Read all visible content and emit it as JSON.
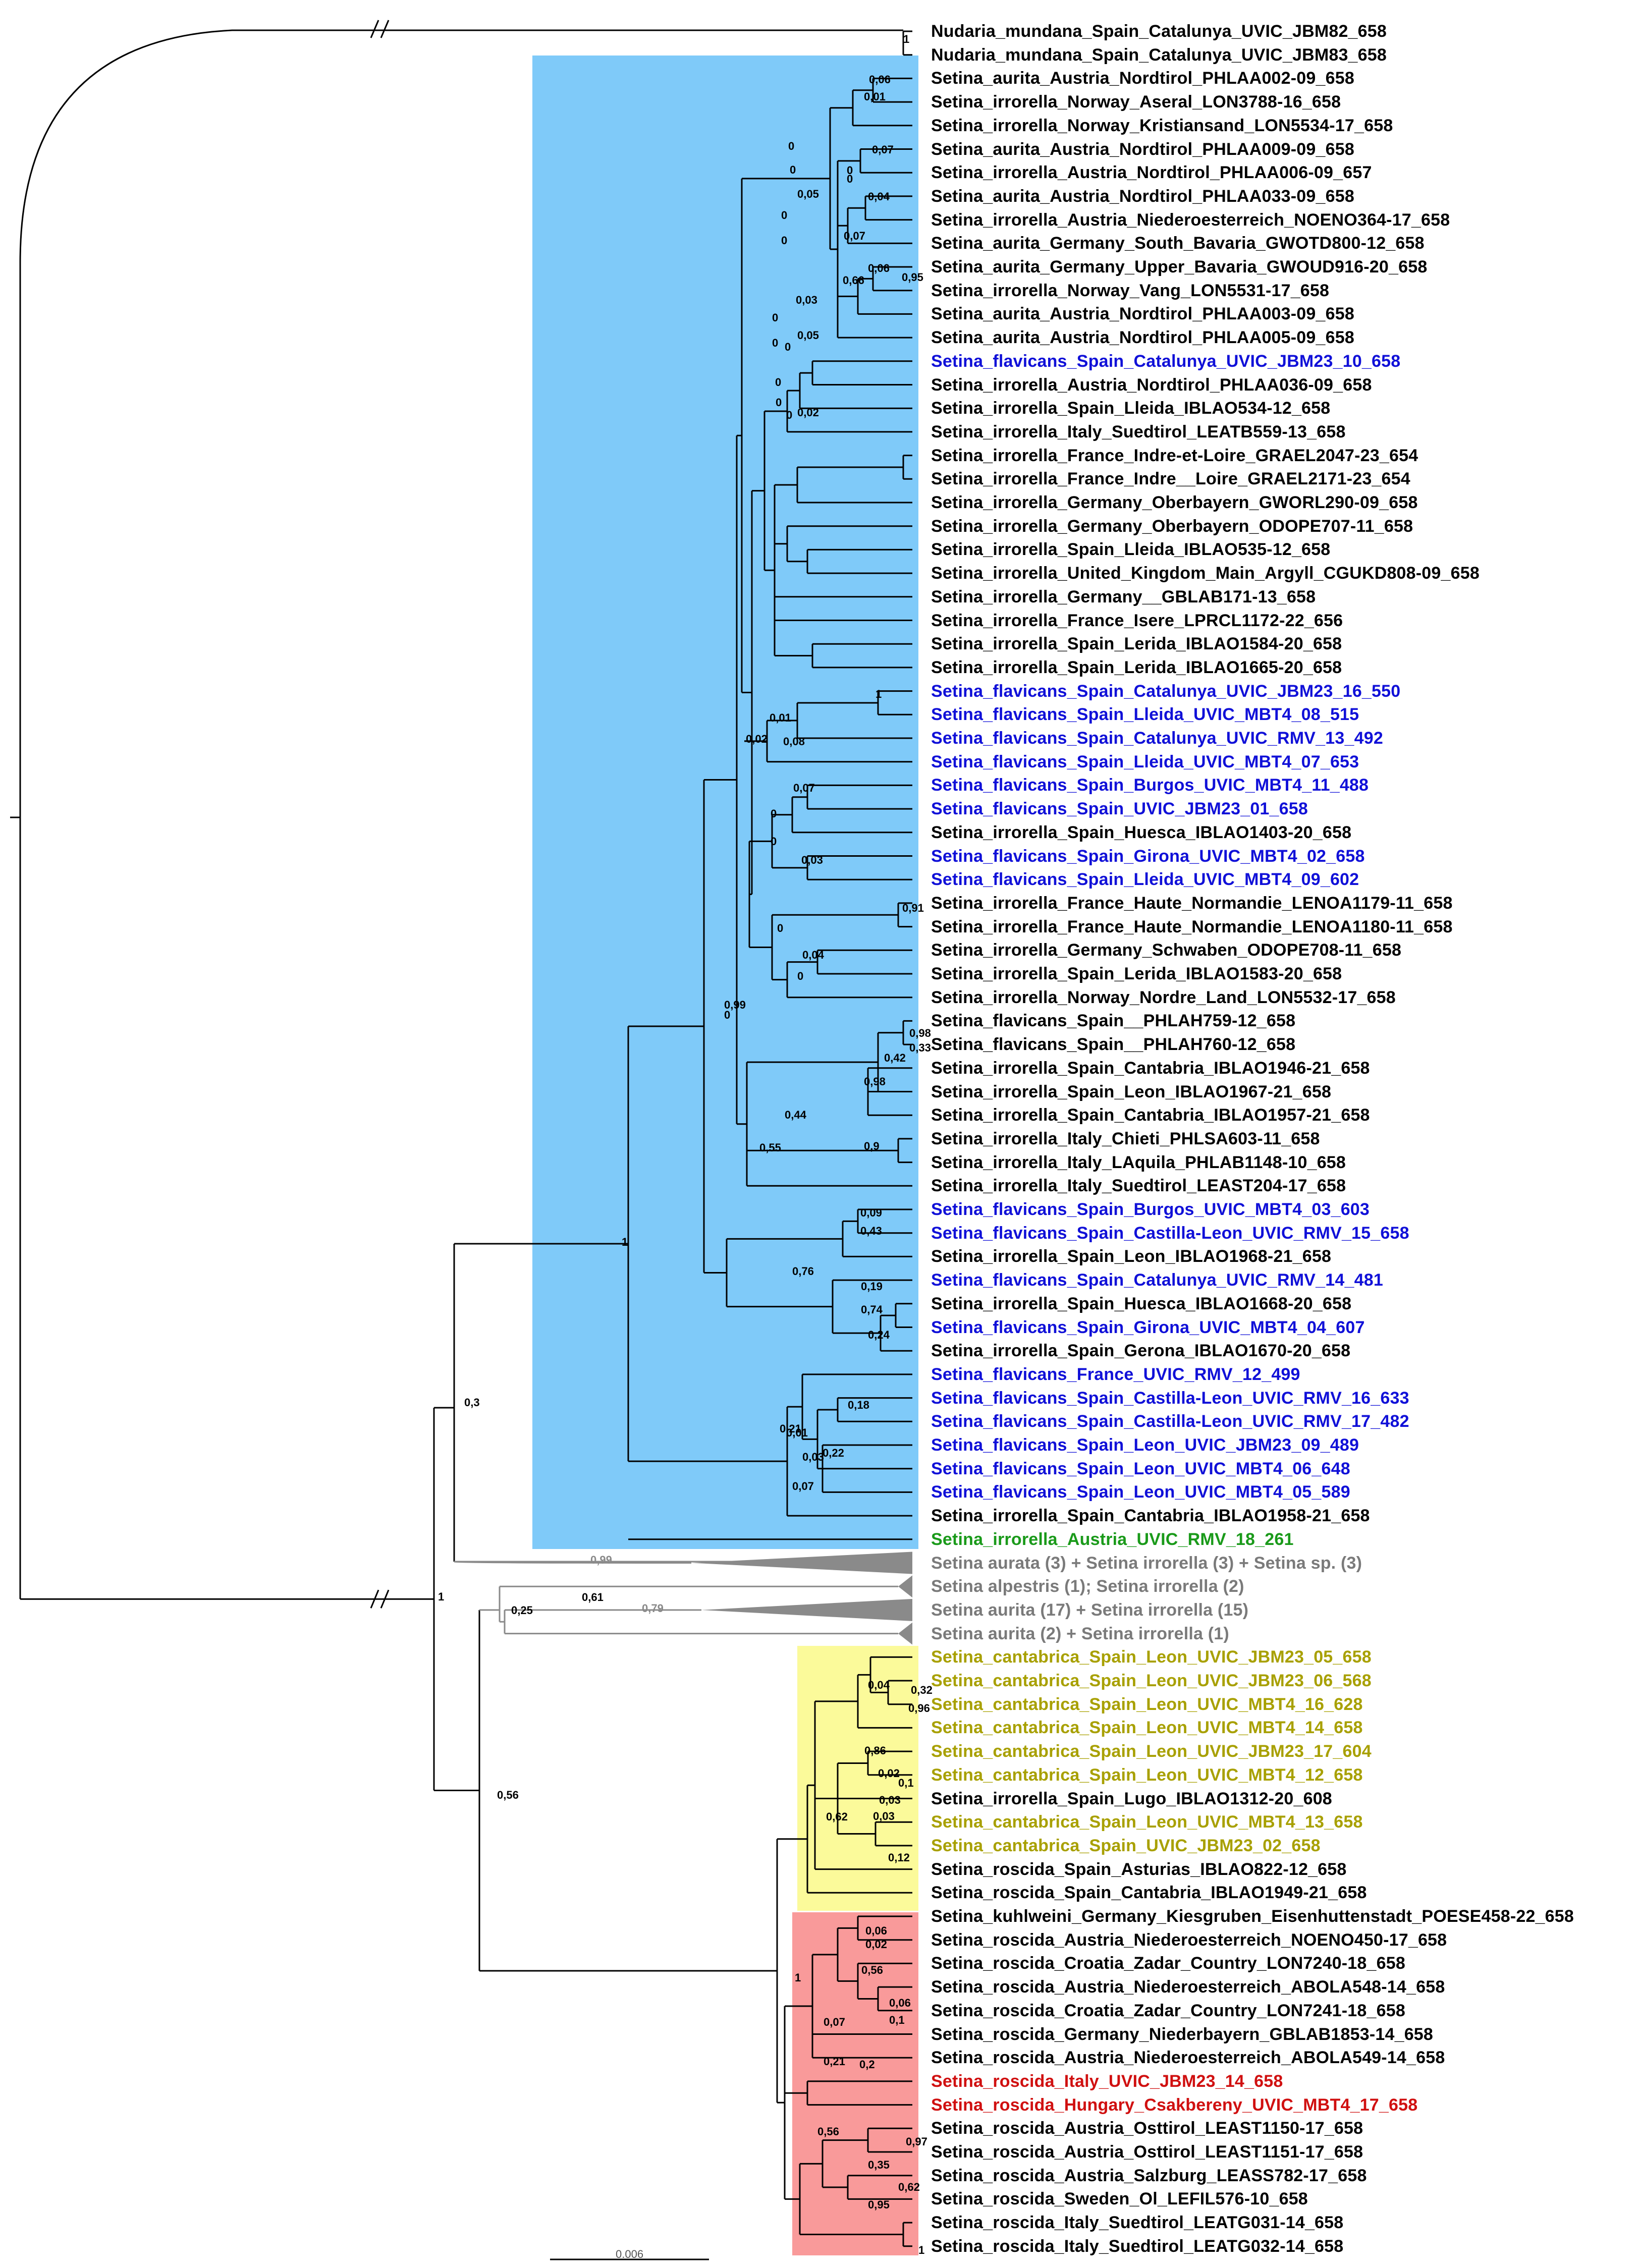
{
  "leaves": [
    {
      "text": "Nudaria_mundana_Spain_Catalunya_UVIC_JBM82_658",
      "color": "black"
    },
    {
      "text": "Nudaria_mundana_Spain_Catalunya_UVIC_JBM83_658",
      "color": "black"
    },
    {
      "text": "Setina_aurita_Austria_Nordtirol_PHLAA002-09_658",
      "color": "black"
    },
    {
      "text": "Setina_irrorella_Norway_Aseral_LON3788-16_658",
      "color": "black"
    },
    {
      "text": "Setina_irrorella_Norway_Kristiansand_LON5534-17_658",
      "color": "black"
    },
    {
      "text": "Setina_aurita_Austria_Nordtirol_PHLAA009-09_658",
      "color": "black"
    },
    {
      "text": "Setina_irrorella_Austria_Nordtirol_PHLAA006-09_657",
      "color": "black"
    },
    {
      "text": "Setina_aurita_Austria_Nordtirol_PHLAA033-09_658",
      "color": "black"
    },
    {
      "text": "Setina_irrorella_Austria_Niederoesterreich_NOENO364-17_658",
      "color": "black"
    },
    {
      "text": "Setina_aurita_Germany_South_Bavaria_GWOTD800-12_658",
      "color": "black"
    },
    {
      "text": "Setina_aurita_Germany_Upper_Bavaria_GWOUD916-20_658",
      "color": "black"
    },
    {
      "text": "Setina_irrorella_Norway_Vang_LON5531-17_658",
      "color": "black"
    },
    {
      "text": "Setina_aurita_Austria_Nordtirol_PHLAA003-09_658",
      "color": "black"
    },
    {
      "text": "Setina_aurita_Austria_Nordtirol_PHLAA005-09_658",
      "color": "black"
    },
    {
      "text": "Setina_flavicans_Spain_Catalunya_UVIC_JBM23_10_658",
      "color": "blue"
    },
    {
      "text": "Setina_irrorella_Austria_Nordtirol_PHLAA036-09_658",
      "color": "black"
    },
    {
      "text": "Setina_irrorella_Spain_Lleida_IBLAO534-12_658",
      "color": "black"
    },
    {
      "text": "Setina_irrorella_Italy_Suedtirol_LEATB559-13_658",
      "color": "black"
    },
    {
      "text": "Setina_irrorella_France_Indre-et-Loire_GRAEL2047-23_654",
      "color": "black"
    },
    {
      "text": "Setina_irrorella_France_Indre__Loire_GRAEL2171-23_654",
      "color": "black"
    },
    {
      "text": "Setina_irrorella_Germany_Oberbayern_GWORL290-09_658",
      "color": "black"
    },
    {
      "text": "Setina_irrorella_Germany_Oberbayern_ODOPE707-11_658",
      "color": "black"
    },
    {
      "text": "Setina_irrorella_Spain_Lleida_IBLAO535-12_658",
      "color": "black"
    },
    {
      "text": "Setina_irrorella_United_Kingdom_Main_Argyll_CGUKD808-09_658",
      "color": "black"
    },
    {
      "text": "Setina_irrorella_Germany__GBLAB171-13_658",
      "color": "black"
    },
    {
      "text": "Setina_irrorella_France_Isere_LPRCL1172-22_656",
      "color": "black"
    },
    {
      "text": "Setina_irrorella_Spain_Lerida_IBLAO1584-20_658",
      "color": "black"
    },
    {
      "text": "Setina_irrorella_Spain_Lerida_IBLAO1665-20_658",
      "color": "black"
    },
    {
      "text": "Setina_flavicans_Spain_Catalunya_UVIC_JBM23_16_550",
      "color": "blue"
    },
    {
      "text": "Setina_flavicans_Spain_Lleida_UVIC_MBT4_08_515",
      "color": "blue"
    },
    {
      "text": "Setina_flavicans_Spain_Catalunya_UVIC_RMV_13_492",
      "color": "blue"
    },
    {
      "text": "Setina_flavicans_Spain_Lleida_UVIC_MBT4_07_653",
      "color": "blue"
    },
    {
      "text": "Setina_flavicans_Spain_Burgos_UVIC_MBT4_11_488",
      "color": "blue"
    },
    {
      "text": "Setina_flavicans_Spain_UVIC_JBM23_01_658",
      "color": "blue"
    },
    {
      "text": "Setina_irrorella_Spain_Huesca_IBLAO1403-20_658",
      "color": "black"
    },
    {
      "text": "Setina_flavicans_Spain_Girona_UVIC_MBT4_02_658",
      "color": "blue"
    },
    {
      "text": "Setina_flavicans_Spain_Lleida_UVIC_MBT4_09_602",
      "color": "blue"
    },
    {
      "text": "Setina_irrorella_France_Haute_Normandie_LENOA1179-11_658",
      "color": "black"
    },
    {
      "text": "Setina_irrorella_France_Haute_Normandie_LENOA1180-11_658",
      "color": "black"
    },
    {
      "text": "Setina_irrorella_Germany_Schwaben_ODOPE708-11_658",
      "color": "black"
    },
    {
      "text": "Setina_irrorella_Spain_Lerida_IBLAO1583-20_658",
      "color": "black"
    },
    {
      "text": "Setina_irrorella_Norway_Nordre_Land_LON5532-17_658",
      "color": "black"
    },
    {
      "text": "Setina_flavicans_Spain__PHLAH759-12_658",
      "color": "black"
    },
    {
      "text": "Setina_flavicans_Spain__PHLAH760-12_658",
      "color": "black"
    },
    {
      "text": "Setina_irrorella_Spain_Cantabria_IBLAO1946-21_658",
      "color": "black"
    },
    {
      "text": "Setina_irrorella_Spain_Leon_IBLAO1967-21_658",
      "color": "black"
    },
    {
      "text": "Setina_irrorella_Spain_Cantabria_IBLAO1957-21_658",
      "color": "black"
    },
    {
      "text": "Setina_irrorella_Italy_Chieti_PHLSA603-11_658",
      "color": "black"
    },
    {
      "text": "Setina_irrorella_Italy_LAquila_PHLAB1148-10_658",
      "color": "black"
    },
    {
      "text": "Setina_irrorella_Italy_Suedtirol_LEAST204-17_658",
      "color": "black"
    },
    {
      "text": "Setina_flavicans_Spain_Burgos_UVIC_MBT4_03_603",
      "color": "blue"
    },
    {
      "text": "Setina_flavicans_Spain_Castilla-Leon_UVIC_RMV_15_658",
      "color": "blue"
    },
    {
      "text": "Setina_irrorella_Spain_Leon_IBLAO1968-21_658",
      "color": "black"
    },
    {
      "text": "Setina_flavicans_Spain_Catalunya_UVIC_RMV_14_481",
      "color": "blue"
    },
    {
      "text": "Setina_irrorella_Spain_Huesca_IBLAO1668-20_658",
      "color": "black"
    },
    {
      "text": "Setina_flavicans_Spain_Girona_UVIC_MBT4_04_607",
      "color": "blue"
    },
    {
      "text": "Setina_irrorella_Spain_Gerona_IBLAO1670-20_658",
      "color": "black"
    },
    {
      "text": "Setina_flavicans_France_UVIC_RMV_12_499",
      "color": "blue"
    },
    {
      "text": "Setina_flavicans_Spain_Castilla-Leon_UVIC_RMV_16_633",
      "color": "blue"
    },
    {
      "text": "Setina_flavicans_Spain_Castilla-Leon_UVIC_RMV_17_482",
      "color": "blue"
    },
    {
      "text": "Setina_flavicans_Spain_Leon_UVIC_JBM23_09_489",
      "color": "blue"
    },
    {
      "text": "Setina_flavicans_Spain_Leon_UVIC_MBT4_06_648",
      "color": "blue"
    },
    {
      "text": "Setina_flavicans_Spain_Leon_UVIC_MBT4_05_589",
      "color": "blue"
    },
    {
      "text": "Setina_irrorella_Spain_Cantabria_IBLAO1958-21_658",
      "color": "black"
    },
    {
      "text": "Setina_irrorella_Austria_UVIC_RMV_18_261",
      "color": "green"
    },
    {
      "text": "Setina aurata (3) + Setina irrorella (3) + Setina sp. (3)",
      "color": "gray"
    },
    {
      "text": "Setina alpestris (1); Setina irrorella (2)",
      "color": "gray"
    },
    {
      "text": "Setina aurita (17) + Setina irrorella (15)",
      "color": "gray"
    },
    {
      "text": "Setina aurita (2) + Setina irrorella (1)",
      "color": "gray"
    },
    {
      "text": "Setina_cantabrica_Spain_Leon_UVIC_JBM23_05_658",
      "color": "olive"
    },
    {
      "text": "Setina_cantabrica_Spain_Leon_UVIC_JBM23_06_568",
      "color": "olive"
    },
    {
      "text": "Setina_cantabrica_Spain_Leon_UVIC_MBT4_16_628",
      "color": "olive"
    },
    {
      "text": "Setina_cantabrica_Spain_Leon_UVIC_MBT4_14_658",
      "color": "olive"
    },
    {
      "text": "Setina_cantabrica_Spain_Leon_UVIC_JBM23_17_604",
      "color": "olive"
    },
    {
      "text": "Setina_cantabrica_Spain_Leon_UVIC_MBT4_12_658",
      "color": "olive"
    },
    {
      "text": "Setina_irrorella_Spain_Lugo_IBLAO1312-20_608",
      "color": "black"
    },
    {
      "text": "Setina_cantabrica_Spain_Leon_UVIC_MBT4_13_658",
      "color": "olive"
    },
    {
      "text": "Setina_cantabrica_Spain_UVIC_JBM23_02_658",
      "color": "olive"
    },
    {
      "text": "Setina_roscida_Spain_Asturias_IBLAO822-12_658",
      "color": "black"
    },
    {
      "text": "Setina_roscida_Spain_Cantabria_IBLAO1949-21_658",
      "color": "black"
    },
    {
      "text": "Setina_kuhlweini_Germany_Kiesgruben_Eisenhuttenstadt_POESE458-22_658",
      "color": "black"
    },
    {
      "text": "Setina_roscida_Austria_Niederoesterreich_NOENO450-17_658",
      "color": "black"
    },
    {
      "text": "Setina_roscida_Croatia_Zadar_Country_LON7240-18_658",
      "color": "black"
    },
    {
      "text": "Setina_roscida_Austria_Niederoesterreich_ABOLA548-14_658",
      "color": "black"
    },
    {
      "text": "Setina_roscida_Croatia_Zadar_Country_LON7241-18_658",
      "color": "black"
    },
    {
      "text": "Setina_roscida_Germany_Niederbayern_GBLAB1853-14_658",
      "color": "black"
    },
    {
      "text": "Setina_roscida_Austria_Niederoesterreich_ABOLA549-14_658",
      "color": "black"
    },
    {
      "text": "Setina_roscida_Italy_UVIC_JBM23_14_658",
      "color": "red"
    },
    {
      "text": "Setina_roscida_Hungary_Csakbereny_UVIC_MBT4_17_658",
      "color": "red"
    },
    {
      "text": "Setina_roscida_Austria_Osttirol_LEAST1150-17_658",
      "color": "black"
    },
    {
      "text": "Setina_roscida_Austria_Osttirol_LEAST1151-17_658",
      "color": "black"
    },
    {
      "text": "Setina_roscida_Austria_Salzburg_LEASS782-17_658",
      "color": "black"
    },
    {
      "text": "Setina_roscida_Sweden_Ol_LEFIL576-10_658",
      "color": "black"
    },
    {
      "text": "Setina_roscida_Italy_Suedtirol_LEATG031-14_658",
      "color": "black"
    },
    {
      "text": "Setina_roscida_Italy_Suedtirol_LEATG032-14_658",
      "color": "black"
    }
  ],
  "support_values": [
    {
      "id": "s-nud",
      "text": "1"
    },
    {
      "id": "s-1",
      "text": "0,06"
    },
    {
      "id": "s-2",
      "text": "0,01"
    },
    {
      "id": "s-3",
      "text": "0,07"
    },
    {
      "id": "s-4",
      "text": "0"
    },
    {
      "id": "s-5",
      "text": "0"
    },
    {
      "id": "s-6",
      "text": "0,04"
    },
    {
      "id": "s-7",
      "text": "0,07"
    },
    {
      "id": "s-8",
      "text": "0,06"
    },
    {
      "id": "s-9",
      "text": "0,66"
    },
    {
      "id": "s-10",
      "text": "0"
    },
    {
      "id": "s-11",
      "text": "0"
    },
    {
      "id": "s-12",
      "text": "0,05"
    },
    {
      "id": "s-13",
      "text": "0"
    },
    {
      "id": "s-14",
      "text": "0"
    },
    {
      "id": "s-15",
      "text": "0,95"
    },
    {
      "id": "s-16",
      "text": "0,03"
    },
    {
      "id": "s-17",
      "text": "0"
    },
    {
      "id": "s-18",
      "text": "0,05"
    },
    {
      "id": "s-19",
      "text": "0"
    },
    {
      "id": "s-20",
      "text": "0"
    },
    {
      "id": "s-21",
      "text": "0"
    },
    {
      "id": "s-22",
      "text": "0"
    },
    {
      "id": "s-23",
      "text": "0,02"
    },
    {
      "id": "s-24",
      "text": "0"
    },
    {
      "id": "s-25",
      "text": "1"
    },
    {
      "id": "s-26",
      "text": "0,01"
    },
    {
      "id": "s-27",
      "text": "0,02"
    },
    {
      "id": "s-28",
      "text": "0,08"
    },
    {
      "id": "s-29",
      "text": "0,07"
    },
    {
      "id": "s-30",
      "text": "0"
    },
    {
      "id": "s-31",
      "text": "0"
    },
    {
      "id": "s-32",
      "text": "0,03"
    },
    {
      "id": "s-33",
      "text": "0,91"
    },
    {
      "id": "s-34",
      "text": "0"
    },
    {
      "id": "s-35",
      "text": "0,04"
    },
    {
      "id": "s-36",
      "text": "0"
    },
    {
      "id": "s-37",
      "text": "0,99"
    },
    {
      "id": "s-38",
      "text": "0"
    },
    {
      "id": "s-39",
      "text": "0,98"
    },
    {
      "id": "s-40",
      "text": "0,33"
    },
    {
      "id": "s-41",
      "text": "0,42"
    },
    {
      "id": "s-42",
      "text": "0,98"
    },
    {
      "id": "s-43",
      "text": "0,44"
    },
    {
      "id": "s-44",
      "text": "0,9"
    },
    {
      "id": "s-45",
      "text": "0,55"
    },
    {
      "id": "s-46",
      "text": "0,09"
    },
    {
      "id": "s-47",
      "text": "0,43"
    },
    {
      "id": "s-48",
      "text": "1"
    },
    {
      "id": "s-49",
      "text": "0,76"
    },
    {
      "id": "s-50",
      "text": "0,19"
    },
    {
      "id": "s-51",
      "text": "0,74"
    },
    {
      "id": "s-52",
      "text": "0,24"
    },
    {
      "id": "s-53",
      "text": "0,18"
    },
    {
      "id": "s-54",
      "text": "0,21"
    },
    {
      "id": "s-55",
      "text": "0,01"
    },
    {
      "id": "s-56",
      "text": "0,22"
    },
    {
      "id": "s-57",
      "text": "0,03"
    },
    {
      "id": "s-58",
      "text": "0,07"
    },
    {
      "id": "s-59",
      "text": "0,3"
    },
    {
      "id": "s-60",
      "text": "0,99"
    },
    {
      "id": "s-61",
      "text": "1"
    },
    {
      "id": "s-62",
      "text": "0,61"
    },
    {
      "id": "s-63",
      "text": "0,25"
    },
    {
      "id": "s-64",
      "text": "0,79"
    },
    {
      "id": "s-65",
      "text": "0,04"
    },
    {
      "id": "s-66",
      "text": "0,32"
    },
    {
      "id": "s-67",
      "text": "0,96"
    },
    {
      "id": "s-68",
      "text": "0,86"
    },
    {
      "id": "s-69",
      "text": "0,02"
    },
    {
      "id": "s-70",
      "text": "0,1"
    },
    {
      "id": "s-71",
      "text": "0,03"
    },
    {
      "id": "s-72",
      "text": "0,03"
    },
    {
      "id": "s-73",
      "text": "0,62"
    },
    {
      "id": "s-74",
      "text": "0,12"
    },
    {
      "id": "s-75",
      "text": "0,56"
    },
    {
      "id": "s-76",
      "text": "1"
    },
    {
      "id": "s-77",
      "text": "0,06"
    },
    {
      "id": "s-78",
      "text": "0,02"
    },
    {
      "id": "s-79",
      "text": "0,56"
    },
    {
      "id": "s-80",
      "text": "0,06"
    },
    {
      "id": "s-81",
      "text": "0,1"
    },
    {
      "id": "s-82",
      "text": "0,07"
    },
    {
      "id": "s-83",
      "text": "0,21"
    },
    {
      "id": "s-84",
      "text": "0,2"
    },
    {
      "id": "s-85",
      "text": "0,56"
    },
    {
      "id": "s-86",
      "text": "0,97"
    },
    {
      "id": "s-87",
      "text": "0,35"
    },
    {
      "id": "s-88",
      "text": "0,62"
    },
    {
      "id": "s-89",
      "text": "0,95"
    },
    {
      "id": "s-90",
      "text": "1"
    }
  ],
  "scale_bar": {
    "label": "0.006"
  },
  "colors": {
    "blue_box": "#7fcaf9",
    "yellow_box": "#fbfa9a",
    "red_box": "#f99a9a",
    "blue_text": "#1010d8",
    "green_text": "#1a9a1a",
    "olive_text": "#a8a000",
    "red_text": "#d01010",
    "gray_text": "#7a7a7a",
    "collapsed_triangle": "#8a8a8a"
  }
}
